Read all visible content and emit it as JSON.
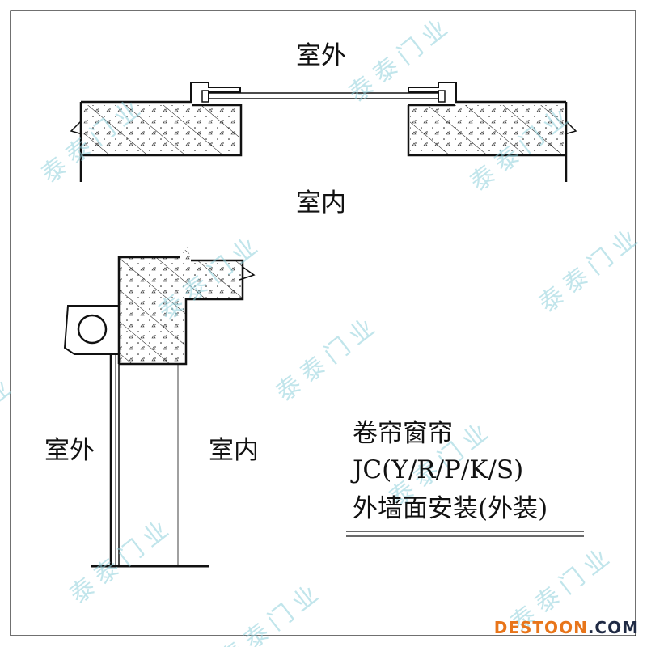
{
  "labels": {
    "top_outdoor": "室外",
    "top_indoor": "室内",
    "bottom_outdoor": "室外",
    "bottom_indoor": "室内"
  },
  "title": {
    "line1": "卷帘窗帘",
    "line2": "JC(Y/R/P/K/S)",
    "line3": "外墙面安装(外装)"
  },
  "watermark": {
    "text": "泰泰门业"
  },
  "footer": {
    "brand_part1": "DESTOON",
    "brand_part2": ".COM"
  },
  "colors": {
    "line": "#111111",
    "watermark": "#8fd0dc",
    "brand_orange": "#e8751a",
    "brand_navy": "#1f2a44"
  }
}
